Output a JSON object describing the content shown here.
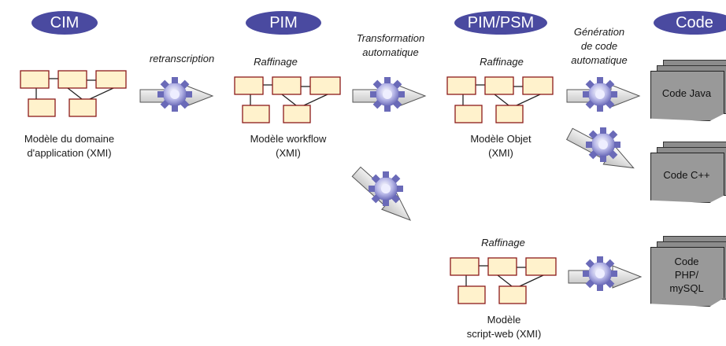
{
  "stages": {
    "cim": "CIM",
    "pim": "PIM",
    "pimpsm": "PIM/PSM",
    "code": "Code"
  },
  "labels": {
    "retranscription": "retranscription",
    "transformation_l1": "Transformation",
    "transformation_l2": "automatique",
    "generation_l1": "Génération",
    "generation_l2": "de code",
    "generation_l3": "automatique",
    "raffinage_pim": "Raffinage",
    "raffinage_psm": "Raffinage",
    "raffinage_web": "Raffinage"
  },
  "models": {
    "domaine_l1": "Modèle du domaine",
    "domaine_l2": "d'application (XMI)",
    "workflow_l1": "Modèle workflow",
    "workflow_l2": "(XMI)",
    "objet_l1": "Modèle Objet",
    "objet_l2": "(XMI)",
    "scriptweb_l1": "Modèle",
    "scriptweb_l2": "script-web (XMI)"
  },
  "outputs": {
    "java": "Code Java",
    "cpp": "Code C++",
    "php": "Code\nPHP/\nmySQL"
  },
  "colors": {
    "pill": "#4a4aa0",
    "box_fill": "#fff2cc",
    "box_stroke": "#8b1a1a",
    "gear": "#8f8fd0",
    "arrow_fill": "#e6e6e6",
    "document": "#999999"
  }
}
